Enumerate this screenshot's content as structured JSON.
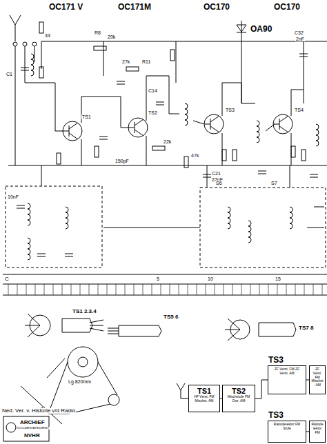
{
  "diagram": {
    "nodes": [
      {
        "text": [
          "TS1",
          "HF Verst. FM Mischst. AM"
        ]
      },
      {
        "text": [
          "TS2",
          "Mischstufe FM Osz. AM"
        ]
      },
      {
        "text": [
          "TS3",
          "ZF Verst. FM ZF Verst. AM"
        ]
      },
      {
        "text": [
          "ZF Verst. FM Mischst. AM"
        ]
      },
      {
        "text": [
          "TS3",
          "Ratiodetektor FM Stufe"
        ]
      },
      {
        "text": [
          "Ratiodetektor FM"
        ]
      }
    ],
    "edges": [
      {
        "from": 0,
        "to": 1,
        "arrow": "none"
      },
      {
        "from": 1,
        "to": 2,
        "arrow": "none"
      },
      {
        "from": 2,
        "to": 3,
        "arrow": "none"
      },
      {
        "from": 4,
        "to": 5,
        "arrow": "none"
      }
    ],
    "labels": [
      "OC171 V",
      "OC171M",
      "OC170",
      "OC170",
      "OA90",
      "33",
      "R8",
      "20k",
      "C32",
      "2nF",
      "27k",
      "R11",
      "C14",
      "22k",
      "150pF",
      "47k",
      "C21",
      "22nF",
      "C1",
      "10nF",
      "TS1",
      "TS2",
      "TS3",
      "TS4",
      "S6",
      "S7",
      "C",
      "5",
      "10",
      "15",
      "TS1 2.3.4",
      "TS5 6",
      "TS7 8",
      "Lg 820mm",
      "Ned. Ver. v. Historie v/d Radio",
      "ARCHIEF",
      "DOCUMENTATIEDIENST",
      "NVHR"
    ]
  }
}
